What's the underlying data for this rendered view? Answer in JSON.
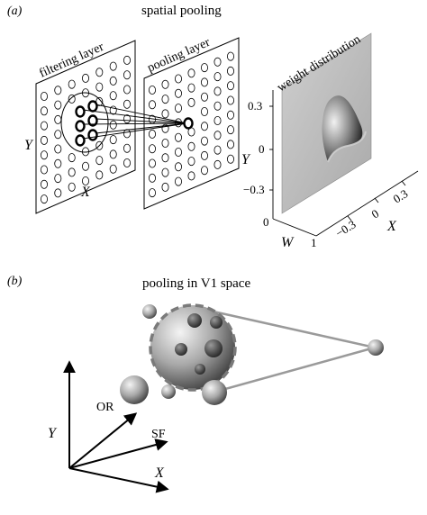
{
  "panel_a": {
    "label": "(a)",
    "title": "spatial pooling",
    "filtering_layer_label": "filtering layer",
    "pooling_layer_label": "pooling layer",
    "x_label": "X",
    "y_label": "Y",
    "weight_plot": {
      "title": "weight distribution",
      "y_axis_label": "Y",
      "y_ticks": [
        "0.3",
        "0",
        "−0.3"
      ],
      "x_axis_label": "X",
      "x_ticks": [
        "−0.3",
        "0",
        "0.3"
      ],
      "w_axis_label": "W",
      "w_ticks": [
        "0",
        "1"
      ]
    }
  },
  "panel_b": {
    "label": "(b)",
    "title": "pooling in V1 space",
    "axes": {
      "y": "Y",
      "or": "OR",
      "sf": "SF",
      "x": "X"
    }
  },
  "colors": {
    "line": "#000000",
    "gray_line": "#9a9a9a",
    "sphere_light": "#e6e6e6",
    "sphere_dark": "#505050",
    "surface_gray": "#b7b7b7"
  }
}
